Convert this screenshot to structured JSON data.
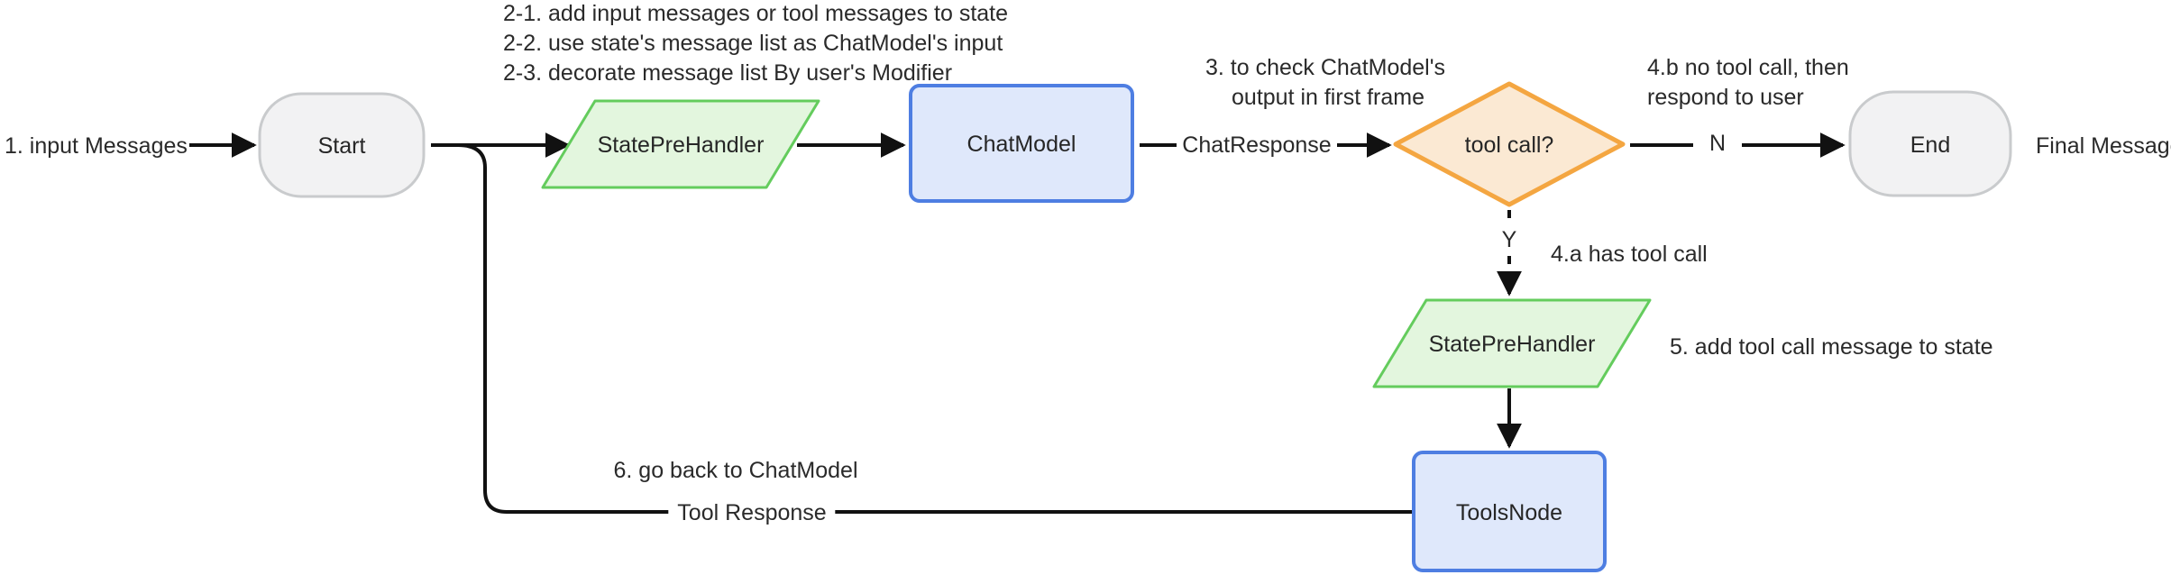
{
  "diagram": {
    "nodes": {
      "start": {
        "label": "Start"
      },
      "state_pre_handler_top": {
        "label": "StatePreHandler"
      },
      "chat_model": {
        "label": "ChatModel"
      },
      "tool_call_decision": {
        "label": "tool call?"
      },
      "end": {
        "label": "End"
      },
      "state_pre_handler_bottom": {
        "label": "StatePreHandler"
      },
      "tools_node": {
        "label": "ToolsNode"
      }
    },
    "edge_labels": {
      "chat_response": "ChatResponse",
      "no_branch": "N",
      "yes_branch": "Y",
      "tool_response": "Tool Response"
    },
    "annotations": {
      "step1": "1. input Messages",
      "step2_line1": "2-1. add input messages or tool messages to state",
      "step2_line2": "2-2. use state's message list as ChatModel's input",
      "step2_line3": "2-3. decorate message list By user's Modifier",
      "step3_line1": "3. to check ChatModel's",
      "step3_line2": "output in first frame",
      "step4b_line1": "4.b no tool call, then",
      "step4b_line2": "respond to user",
      "step4a": "4.a has tool call",
      "step5": "5. add tool call message to state",
      "step6": "6. go back to ChatModel",
      "final_message": "Final Message"
    },
    "colors": {
      "node_gray_fill": "#f2f2f3",
      "node_gray_border": "#c9cbcd",
      "node_green_fill": "#e3f6de",
      "node_green_border": "#64cc5d",
      "node_blue_fill": "#dfe8fb",
      "node_blue_border": "#4e7ee2",
      "node_orange_fill": "#fbe9d3",
      "node_orange_border": "#f4a641",
      "edge_color": "#111111",
      "text_color": "#2a2a2a"
    }
  }
}
